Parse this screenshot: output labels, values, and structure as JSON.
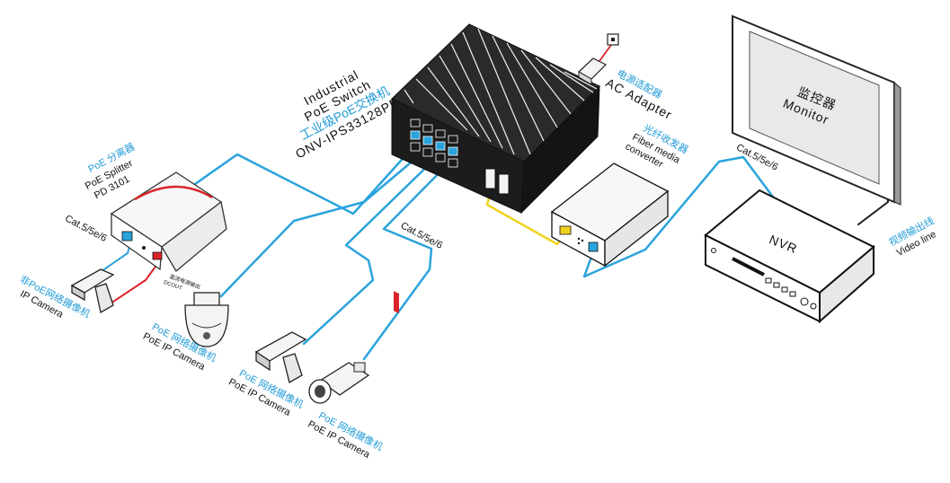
{
  "switch": {
    "name_line1": "Industrial",
    "name_line2": "PoE Switch",
    "name_cn": "工业级PoE交换机",
    "model": "ONV-IPS33128PF"
  },
  "ac_adapter": {
    "label_cn": "电源适配器",
    "label": "AC Adapter"
  },
  "fiber_converter": {
    "label_cn": "光纤收发器",
    "label_line1": "Fiber media",
    "label_line2": "converter"
  },
  "monitor": {
    "label_cn": "监控器",
    "label": "Monitor"
  },
  "nvr": {
    "label": "NVR"
  },
  "video_line": {
    "label_cn": "视频输出线",
    "label": "Video line"
  },
  "splitter": {
    "label_cn": "PoE 分离器",
    "label_line1": "PoE Splitter",
    "label_line2": "PD 3101",
    "dc_out_cn": "直流电源输出",
    "dc_out": "DCOUT"
  },
  "cables": {
    "splitter_cable": "Cat.5/5e/6",
    "switch_cable": "Cat.5/5e/6",
    "nvr_cable": "Cat.5/5e/6"
  },
  "cameras": [
    {
      "label_cn": "非PoE网络摄像机",
      "label": "IP Camera"
    },
    {
      "label_cn": "PoE 网络摄像机",
      "label": "PoE IP Camera"
    },
    {
      "label_cn": "PoE 网络摄像机",
      "label": "PoE IP Camera"
    },
    {
      "label_cn": "PoE 网络摄像机",
      "label": "PoE IP Camera"
    }
  ],
  "colors": {
    "ethernet_cable": "#2aa3dc",
    "fiber_cable": "#f0d21e",
    "dc_cable": "#d9232a",
    "label_blue": "#1f9ad6",
    "device_dark": "#1c1c1c"
  }
}
